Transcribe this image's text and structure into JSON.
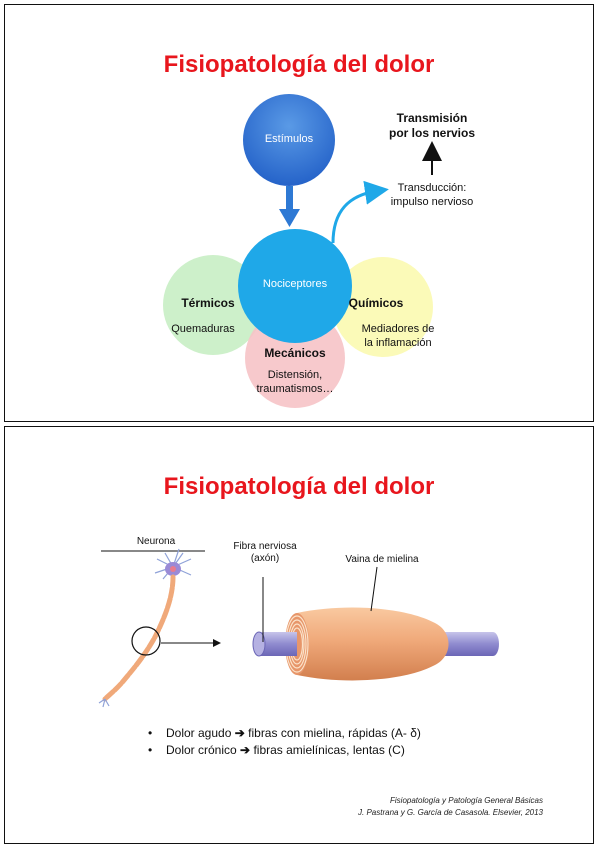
{
  "slide1": {
    "title": "Fisiopatología del dolor",
    "estimulos": "Estímulos",
    "transmision_line1": "Transmisión",
    "transmision_line2": "por los nervios",
    "transduccion_line1": "Transducción:",
    "transduccion_line2": "impulso nervioso",
    "nociceptores": "Nociceptores",
    "termicos_title": "Térmicos",
    "termicos_sub": "Quemaduras",
    "quimicos_title": "Químicos",
    "quimicos_sub1": "Mediadores de",
    "quimicos_sub2": "la inflamación",
    "mecanicos_title": "Mecánicos",
    "mecanicos_sub1": "Distensión,",
    "mecanicos_sub2": "traumatismos…",
    "colors": {
      "title": "#e8161d",
      "blue_circle": "#1fa8e8",
      "estimulos_circle": "#2e79d4",
      "termicos": "#c8eec4",
      "quimicos": "#fbfab0",
      "mecanicos": "#f6c3c6"
    }
  },
  "slide2": {
    "title": "Fisiopatología del dolor",
    "neurona_label": "Neurona",
    "fibra_line1": "Fibra nerviosa",
    "fibra_line2": "(axón)",
    "vaina_label": "Vaina de mielina",
    "bullet1_a": "Dolor agudo",
    "bullet1_b": "fibras con mielina, rápidas (A- δ)",
    "bullet2_a": "Dolor crónico",
    "bullet2_b": "fibras amielínicas, lentas (C)",
    "arrow_glyph": "➔",
    "bullet_glyph": "•",
    "credit_line1": "Fisiopatología y Patología General  Básicas",
    "credit_line2": "J. Pastrana y G. García de Casasola. Elsevier, 2013"
  }
}
